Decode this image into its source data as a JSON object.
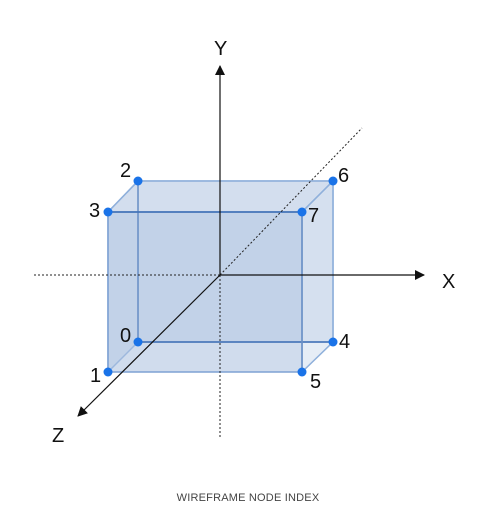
{
  "caption": "WIREFRAME NODE INDEX",
  "axes": {
    "x_label": "X",
    "y_label": "Y",
    "z_label": "Z"
  },
  "nodes": {
    "n0": "0",
    "n1": "1",
    "n2": "2",
    "n3": "3",
    "n4": "4",
    "n5": "5",
    "n6": "6",
    "n7": "7"
  },
  "colors": {
    "node": "#1a73e8",
    "face": "#b7c9e2",
    "edge": "#6f93c7",
    "axis": "#111111"
  }
}
